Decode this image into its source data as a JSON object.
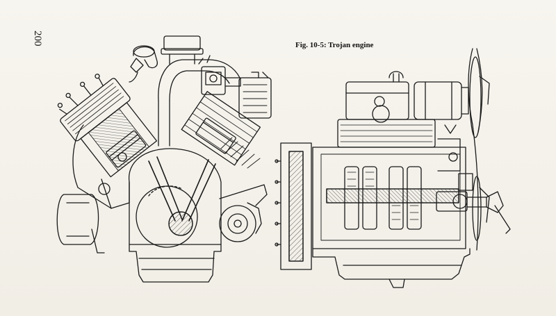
{
  "page": {
    "number": "200",
    "caption": "Fig. 10-5: Trojan engine"
  },
  "colors": {
    "paper": "#f4f1ea",
    "ink": "#1a1a1a",
    "hatch": "#5a5a5a"
  },
  "figure": {
    "views": [
      "cross-section-view",
      "longitudinal-section-view"
    ]
  }
}
